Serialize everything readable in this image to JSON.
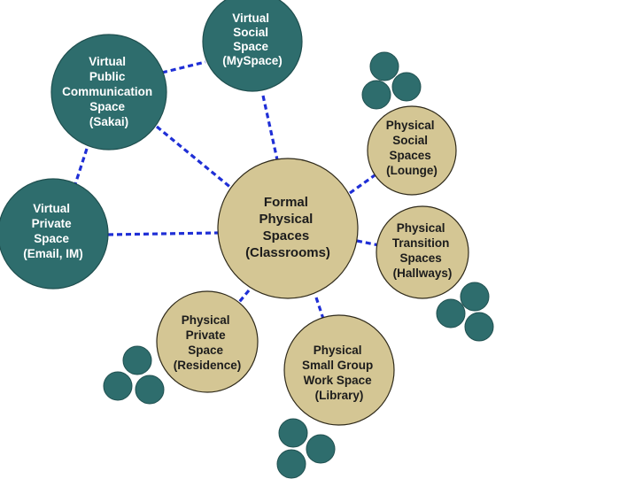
{
  "diagram": {
    "nodes": {
      "formal": {
        "lines": [
          "Formal",
          "Physical",
          "Spaces",
          "(Classrooms)"
        ]
      },
      "social_virtual": {
        "lines": [
          "Virtual",
          "Social",
          "Space",
          "(MySpace)"
        ]
      },
      "public_virtual": {
        "lines": [
          "Virtual",
          "Public",
          "Communication",
          "Space",
          "(Sakai)"
        ]
      },
      "private_virtual": {
        "lines": [
          "Virtual",
          "Private",
          "Space",
          "(Email, IM)"
        ]
      },
      "social_physical": {
        "lines": [
          "Physical",
          "Social",
          "Spaces",
          "(Lounge)"
        ]
      },
      "transition": {
        "lines": [
          "Physical",
          "Transition",
          "Spaces",
          "(Hallways)"
        ]
      },
      "private_physical": {
        "lines": [
          "Physical",
          "Private",
          "Space",
          "(Residence)"
        ]
      },
      "smallgroup": {
        "lines": [
          "Physical",
          "Small Group",
          "Work Space",
          "(Library)"
        ]
      }
    },
    "colors": {
      "virtual_fill": "#2e6d6d",
      "physical_fill": "#d4c694",
      "link": "#1f2fd6"
    }
  }
}
